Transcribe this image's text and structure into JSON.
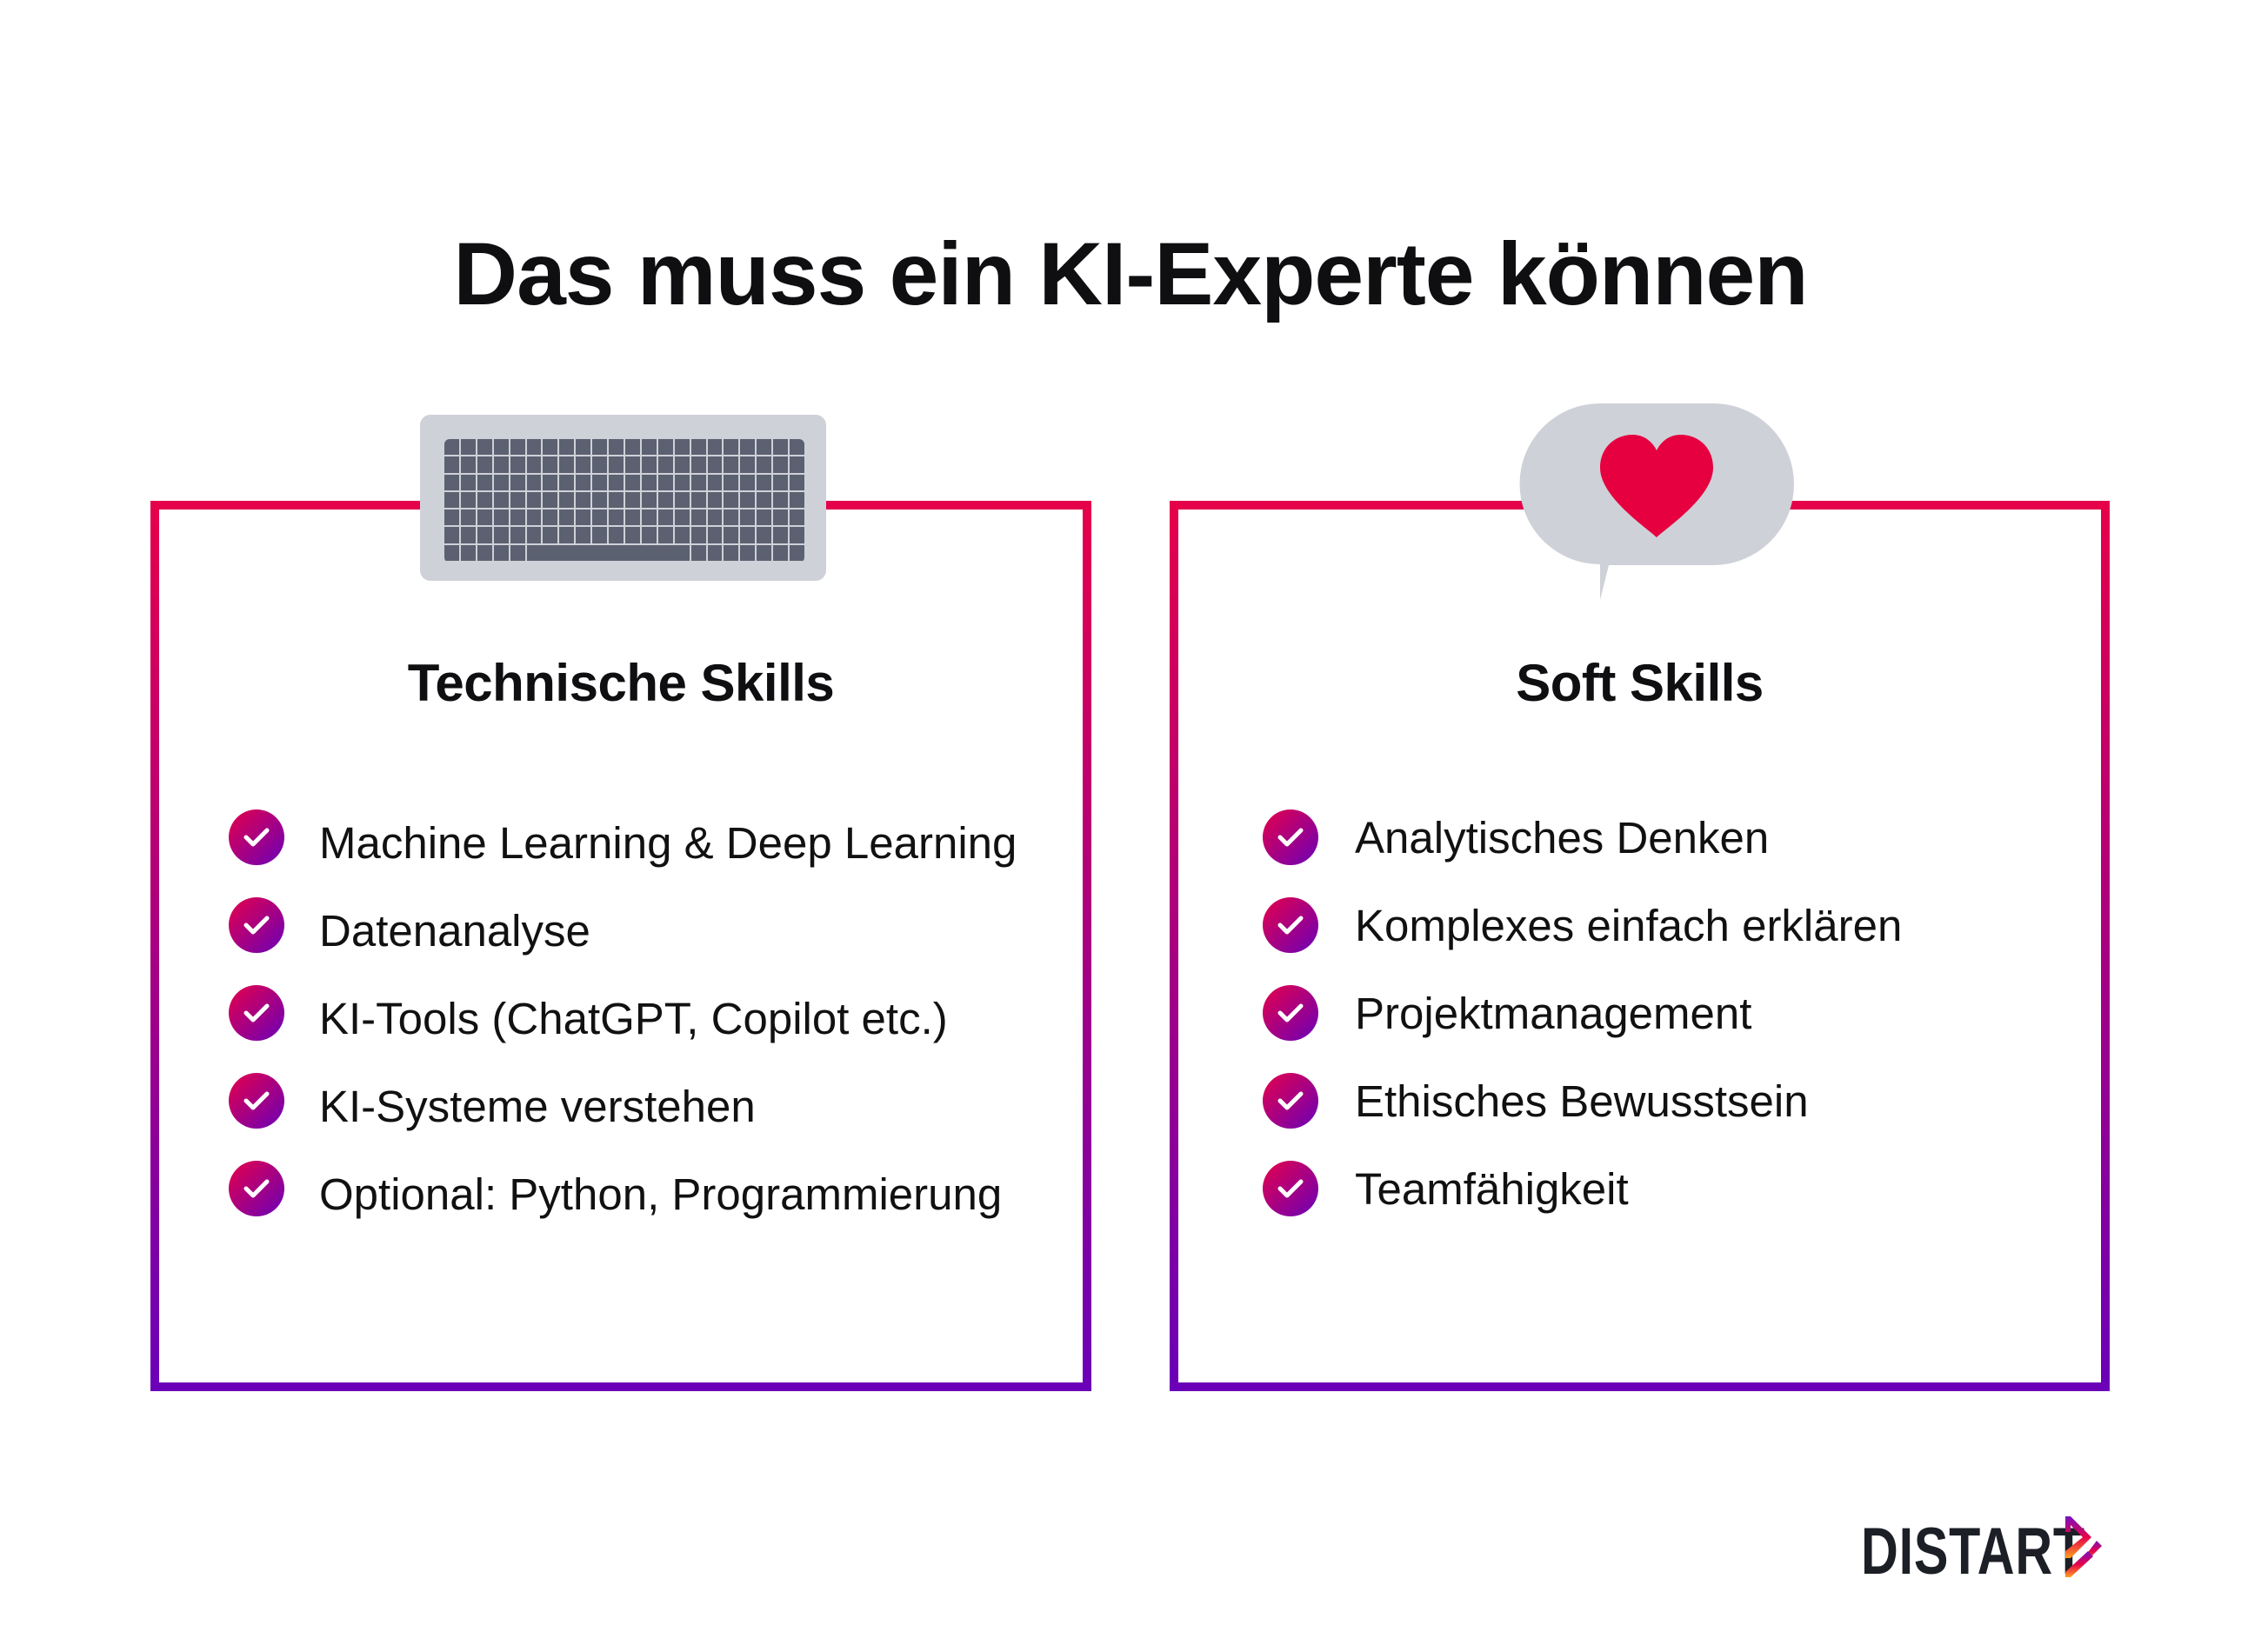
{
  "title": "Das muss ein KI-Experte können",
  "colors": {
    "gradient_top": "#e6004a",
    "gradient_bottom": "#6a00b8",
    "icon_gray": "#cfd1d8",
    "key_dark": "#5b6170",
    "heart": "#e6003f",
    "logo_text": "#1c1f26"
  },
  "cards": [
    {
      "icon": "keyboard-icon",
      "heading": "Technische Skills",
      "items": [
        "Machine Learning & Deep Learning",
        "Datenanalyse",
        "KI-Tools (ChatGPT, Copilot etc.)",
        "KI-Systeme verstehen",
        "Optional: Python, Programmierung"
      ]
    },
    {
      "icon": "heart-speech-bubble-icon",
      "heading": "Soft Skills",
      "items": [
        "Analytisches Denken",
        "Komplexes einfach erklären",
        "Projektmanagement",
        "Ethisches Bewusstsein",
        "Teamfähigkeit"
      ]
    }
  ],
  "logo": {
    "text": "DISTART",
    "icon": "play-arrow-logo-icon"
  }
}
